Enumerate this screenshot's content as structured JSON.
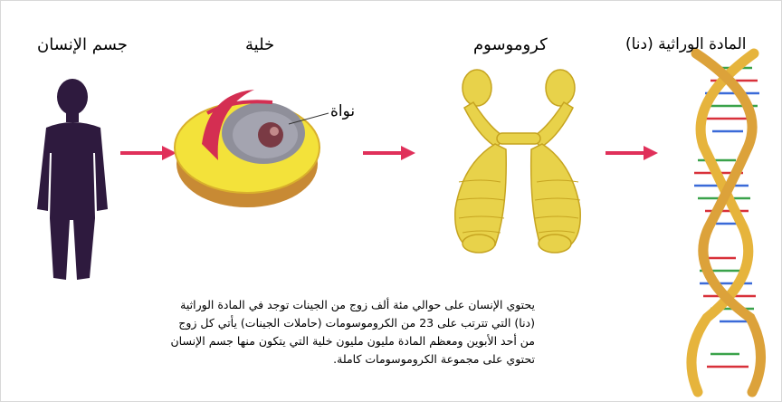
{
  "labels": {
    "human_body": "جسم الإنسان",
    "cell": "خلية",
    "nucleus": "نواة",
    "chromosome": "كروموسوم",
    "dna": "المادة الوراثية (دنا)"
  },
  "paragraph": {
    "line1": "يحتوي الإنسان على حوالي مئة ألف زوج من الجينات توجد في المادة الوراثية",
    "line2": "(دنا) التي تترتب على 23 من الكروموسومات (حاملات الجينات) يأتي كل زوج",
    "line3": "من أحد الأبوين ومعظم المادة مليون مليون خلية التي يتكون منها جسم الإنسان",
    "line4": "تحتوي على مجموعة الكروموسومات كاملة."
  },
  "colors": {
    "arrow": "#e0305a",
    "human_silhouette": "#2e1a3e",
    "cell_yolk": "#f4e23c",
    "cell_red": "#d42e52",
    "chromosome": "#e8d24a",
    "dna_backbone": "#e6b43c"
  }
}
